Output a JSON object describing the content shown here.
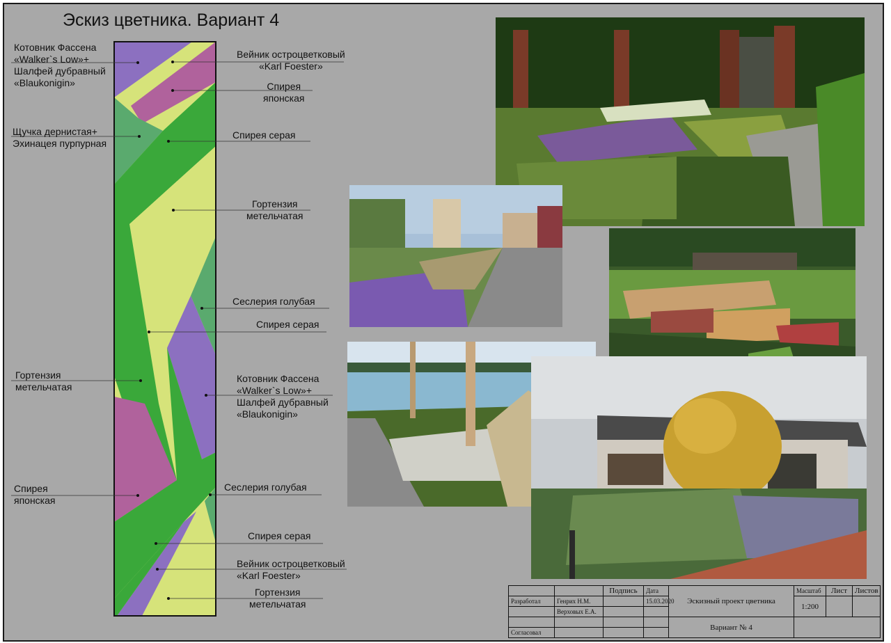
{
  "title": "Эскиз цветника. Вариант 4",
  "labels": {
    "kotovnik_top_1": "Котовник Фассена",
    "kotovnik_top_2": "«Walker`s Low»+",
    "kotovnik_top_3": "Шалфей дубравный",
    "kotovnik_top_4": "«Blaukonigin»",
    "veinik_top_1": "Вейник остроцветковый",
    "veinik_top_2": "«Karl Foester»",
    "spireya_jap_top_1": "Спирея",
    "spireya_jap_top_2": "японская",
    "shchuchka_1": "Щучка дернистая+",
    "shchuchka_2": "Эхинацея пурпурная",
    "spireya_grey_1": "Спирея серая",
    "gortenziya_r1_1": "Гортензия",
    "gortenziya_r1_2": "метельчатая",
    "sesleriya_1": "Сеслерия голубая",
    "spireya_grey_2": "Спирея серая",
    "gortenziya_l_1": "Гортензия",
    "gortenziya_l_2": "метельчатая",
    "kotovnik_mid_1": "Котовник Фассена",
    "kotovnik_mid_2": "«Walker`s Low»+",
    "kotovnik_mid_3": "Шалфей дубравный",
    "kotovnik_mid_4": "«Blaukonigin»",
    "spireya_jap_l_1": "Спирея",
    "spireya_jap_l_2": "японская",
    "sesleriya_2": "Сеслерия голубая",
    "spireya_grey_3": "Спирея серая",
    "veinik_bot_1": "Вейник остроцветковый",
    "veinik_bot_2": "«Karl Foester»",
    "gortenziya_bot_1": "Гортензия",
    "gortenziya_bot_2": "метельчатая"
  },
  "stamp": {
    "podpis": "Подпись",
    "data": "Дата",
    "masshtab": "Масштаб",
    "list": "Лист",
    "listov": "Листов",
    "razrabotal": "Разработал",
    "author1": "Генрих Н.М.",
    "date_val": "15.03.2020",
    "project": "Эскизный проект цветника",
    "scale_val": "1:200",
    "author2": "Верховых Е.А.",
    "soglasoval": "Согласовал",
    "variant": "Вариант № 4"
  },
  "colors": {
    "purple": "#8c70c0",
    "pink": "#b0629c",
    "green": "#3aa83a",
    "lime": "#d6e37a",
    "sage": "#5aaa6e",
    "background": "#a8a8a8"
  }
}
